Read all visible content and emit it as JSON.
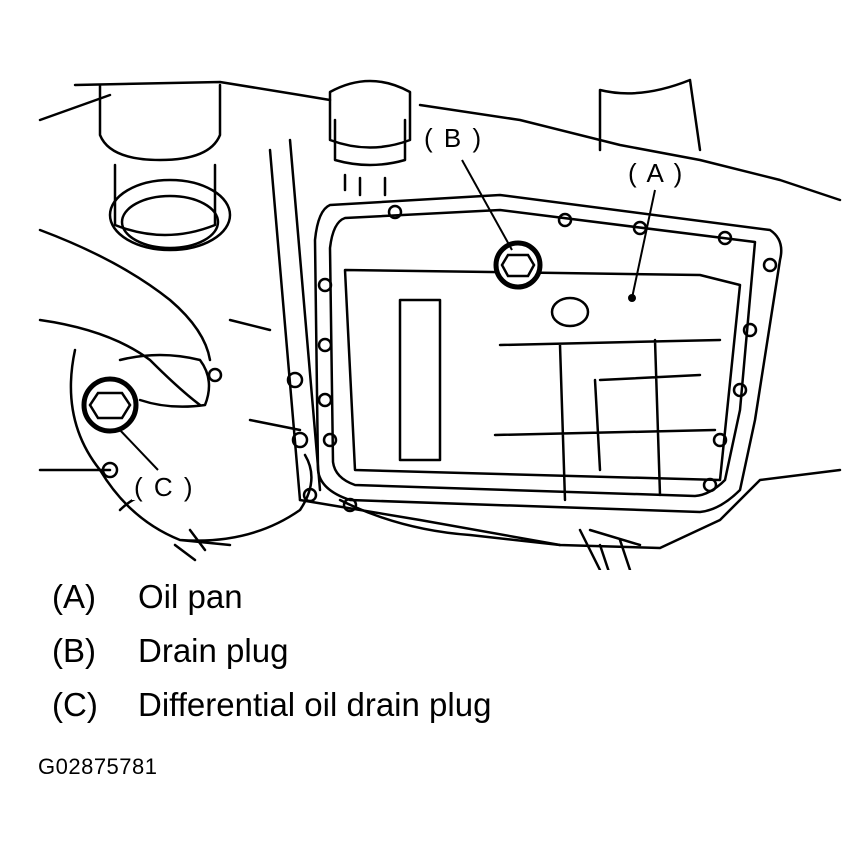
{
  "callouts": {
    "a": "( A )",
    "b": "( B )",
    "c": "( C )"
  },
  "legend": [
    {
      "key": "(A)",
      "text": "Oil pan"
    },
    {
      "key": "(B)",
      "text": "Drain plug"
    },
    {
      "key": "(C)",
      "text": "Differential oil drain plug"
    }
  ],
  "figure_id": "G02875781",
  "icons": {
    "drain_plug": "hex-bolt-icon",
    "differential_drain_plug": "hex-bolt-icon"
  }
}
